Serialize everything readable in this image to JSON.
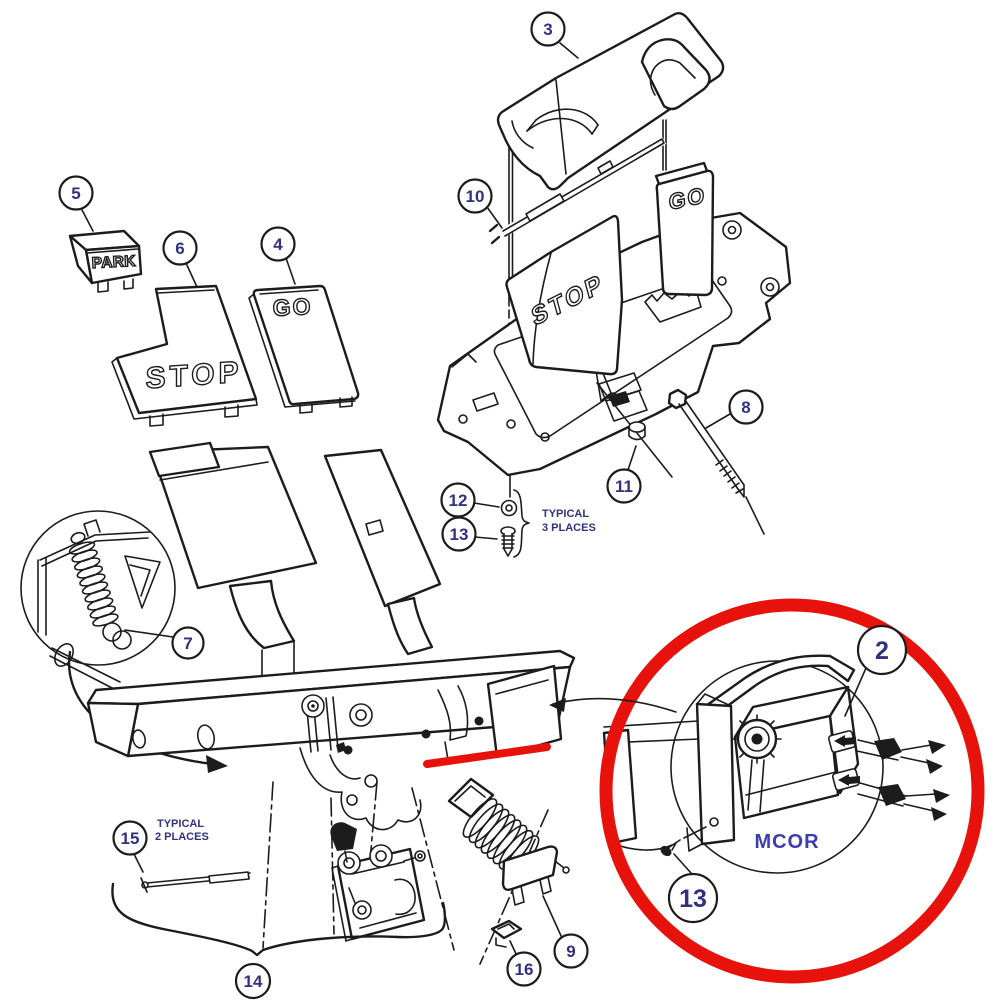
{
  "colors": {
    "line": "#1c1c1c",
    "highlight": "#e8120c",
    "text": "#31317e",
    "mcor_text": "#3d3dae"
  },
  "labels": {
    "park": "PARK",
    "stop_pad": "STOP",
    "go_pad": "GO",
    "stop_pedal": "STOP",
    "go_pedal": "GO",
    "mcor": "MCOR",
    "typical3_line1": "TYPICAL",
    "typical3_line2": "3 PLACES",
    "typical2_line1": "TYPICAL",
    "typical2_line2": "2 PLACES"
  },
  "callouts": {
    "mcor": "2",
    "pedal_cover": "3",
    "go_pad": "4",
    "park_insert": "5",
    "stop_pad": "6",
    "spring_detail": "7",
    "bolt": "8",
    "spring_assembly": "9",
    "rod": "10",
    "nut": "11",
    "washer": "12",
    "screw": "13",
    "mcor_screw": "13",
    "bracket_group": "14",
    "pin": "15",
    "clip": "16"
  }
}
